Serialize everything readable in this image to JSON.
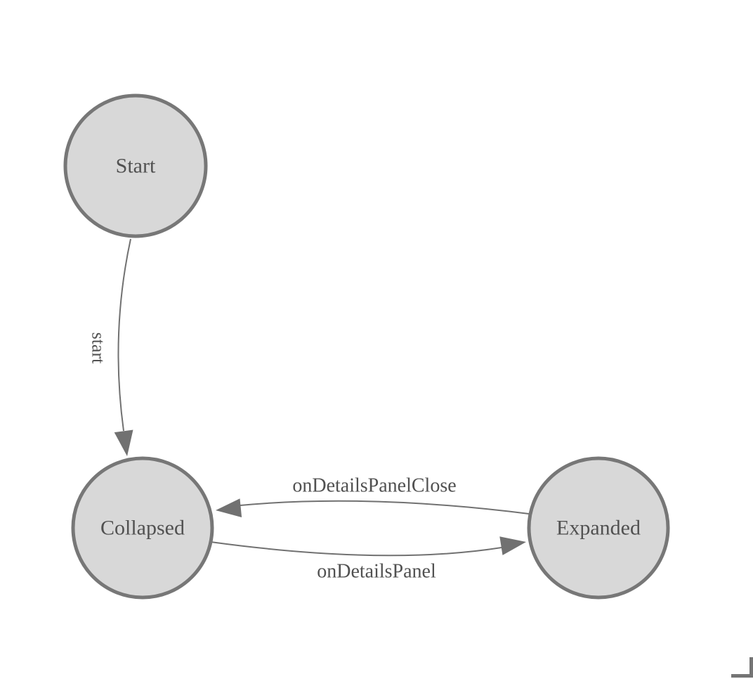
{
  "diagram": {
    "type": "state-machine",
    "states": [
      {
        "id": "start",
        "label": "Start"
      },
      {
        "id": "collapsed",
        "label": "Collapsed"
      },
      {
        "id": "expanded",
        "label": "Expanded"
      }
    ],
    "transitions": [
      {
        "from": "Start",
        "to": "Collapsed",
        "label": "start"
      },
      {
        "from": "Expanded",
        "to": "Collapsed",
        "label": "onDetailsPanelClose"
      },
      {
        "from": "Collapsed",
        "to": "Expanded",
        "label": "onDetailsPanel"
      }
    ],
    "colors": {
      "background": "#ffffff",
      "node_fill": "#d8d8d8",
      "node_stroke": "#777777",
      "edge": "#717171",
      "label_text": "#515151",
      "corner_mark": "#757575"
    }
  }
}
